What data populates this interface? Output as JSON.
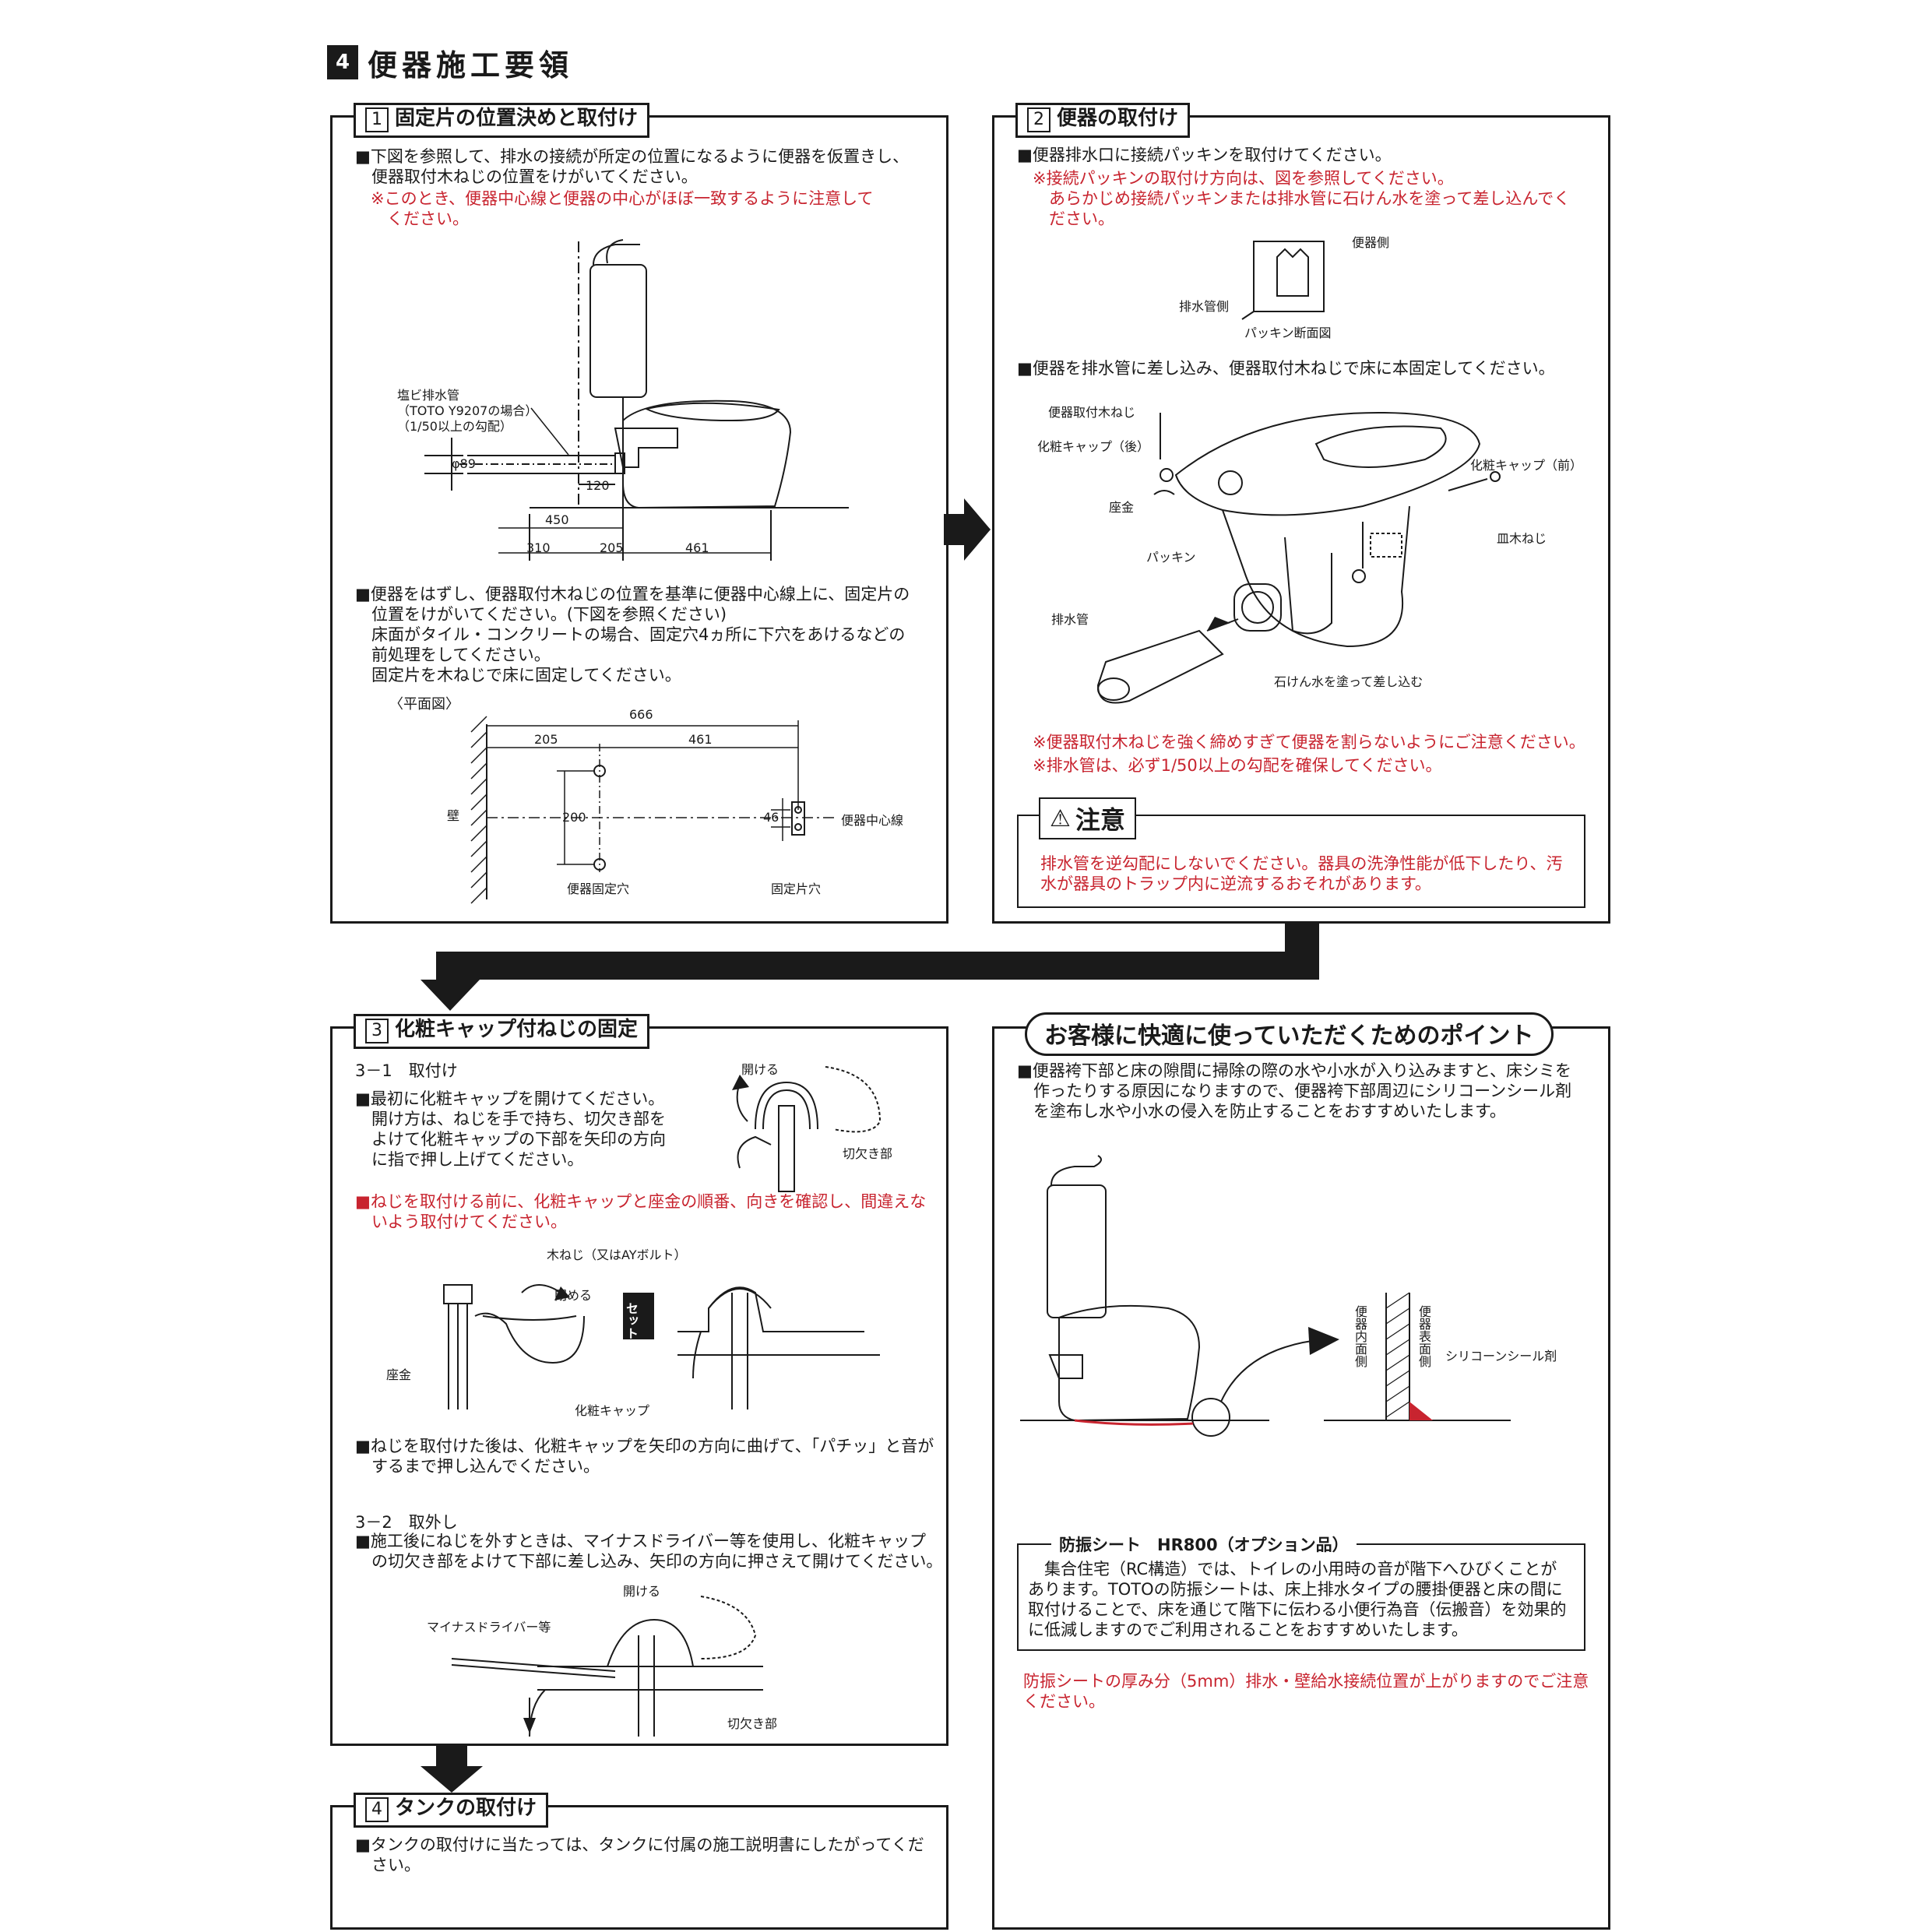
{
  "header": {
    "number": "4",
    "title": "便器施工要領"
  },
  "section1": {
    "num": "1",
    "title": "固定片の位置決めと取付け",
    "p1": "■下図を参照して、排水の接続が所定の位置になるように便器を仮置きし、\n　便器取付木ねじの位置をけがいてください。",
    "p1_note": "※このとき、便器中心線と便器の中心がほぼ一致するように注意して\n　ください。",
    "pipe_label": "塩ビ排水管\n（TOTO Y9207の場合）\n（1/50以上の勾配）",
    "dia": "φ89",
    "dim_120": "120",
    "dim_450": "450",
    "dim_310": "310",
    "dim_205": "205",
    "dim_461": "461",
    "p2": "■便器をはずし、便器取付木ねじの位置を基準に便器中心線上に、固定片の\n　位置をけがいてください。(下図を参照ください)\n　床面がタイル・コンクリートの場合、固定穴4ヵ所に下穴をあけるなどの\n　前処理をしてください。\n　固定片を木ねじで床に固定してください。",
    "plan_label": "〈平面図〉",
    "plan_666": "666",
    "plan_205": "205",
    "plan_461": "461",
    "plan_200": "200",
    "plan_46": "46",
    "wall": "壁",
    "center_line": "便器中心線",
    "fix_hole": "便器固定穴",
    "fix_piece_hole": "固定片穴"
  },
  "section2": {
    "num": "2",
    "title": "便器の取付け",
    "p1": "■便器排水口に接続パッキンを取付けてください。",
    "p1_note": "※接続パッキンの取付け方向は、図を参照してください。\n　あらかじめ接続パッキンまたは排水管に石けん水を塗って差し込んでく\n　ださい。",
    "toilet_side": "便器側",
    "drain_side": "排水管側",
    "packing_section": "パッキン断面図",
    "p2": "■便器を排水管に差し込み、便器取付木ねじで床に本固定してください。",
    "lbl_screw": "便器取付木ねじ",
    "lbl_cap_rear": "化粧キャップ（後）",
    "lbl_washer": "座金",
    "lbl_packing": "パッキン",
    "lbl_pipe": "排水管",
    "lbl_cap_front": "化粧キャップ（前）",
    "lbl_dish_screw": "皿木ねじ",
    "lbl_soap": "石けん水を塗って差し込む",
    "note1": "※便器取付木ねじを強く締めすぎて便器を割らないようにご注意ください。",
    "note2": "※排水管は、必ず1/50以上の勾配を確保してください。",
    "caution_title": "注意",
    "caution_text": "排水管を逆勾配にしないでください。器具の洗浄性能が低下したり、汚\n水が器具のトラップ内に逆流するおそれがあります。"
  },
  "section3": {
    "num": "3",
    "title": "化粧キャップ付ねじの固定",
    "sub1": "3－1　取付け",
    "p1": "■最初に化粧キャップを開けてください。\n　開け方は、ねじを手で持ち、切欠き部を\n　よけて化粧キャップの下部を矢印の方向\n　に指で押し上げてください。",
    "lbl_open": "開ける",
    "lbl_notch": "切欠き部",
    "p2": "■ねじを取付ける前に、化粧キャップと座金の順番、向きを確認し、間違えな\n　いよう取付けてください。",
    "lbl_wood_screw": "木ねじ（又はAYボルト）",
    "lbl_close": "閉める",
    "lbl_set_after": "セット後",
    "lbl_washer": "座金",
    "lbl_cap": "化粧キャップ",
    "p3": "■ねじを取付けた後は、化粧キャップを矢印の方向に曲げて、「パチッ」と音が\n　するまで押し込んでください。",
    "sub2": "3－2　取外し",
    "p4": "■施工後にねじを外すときは、マイナスドライバー等を使用し、化粧キャップ\n　の切欠き部をよけて下部に差し込み、矢印の方向に押さえて開けてください。",
    "lbl_open2": "開ける",
    "lbl_driver": "マイナスドライバー等",
    "lbl_notch2": "切欠き部"
  },
  "section4": {
    "num": "4",
    "title": "タンクの取付け",
    "p1": "■タンクの取付けに当たっては、タンクに付属の施工説明書にしたがってくだ\n　さい。"
  },
  "points": {
    "title": "お客様に快適に使っていただくためのポイント",
    "p1": "■便器袴下部と床の隙間に掃除の際の水や小水が入り込みますと、床シミを\n　作ったりする原因になりますので、便器袴下部周辺にシリコーンシール剤\n　を塗布し水や小水の侵入を防止することをおすすめいたします。",
    "lbl_inner": "便器内面側",
    "lbl_surface": "便器表面側",
    "lbl_silicone": "シリコーンシール剤",
    "option_title": "防振シート　HR800（オプション品）",
    "option_text": "　集合住宅（RC構造）では、トイレの小用時の音が階下へひびくことが\nあります。TOTOの防振シートは、床上排水タイプの腰掛便器と床の間に\n取付けることで、床を通じて階下に伝わる小便行為音（伝搬音）を効果的\nに低減しますのでご利用されることをおすすめいたします。",
    "note": "防振シートの厚み分（5mm）排水・壁給水接続位置が上がりますのでご注意\nください。"
  },
  "colors": {
    "accent_red": "#c8242f",
    "ink": "#1a1a1a"
  }
}
